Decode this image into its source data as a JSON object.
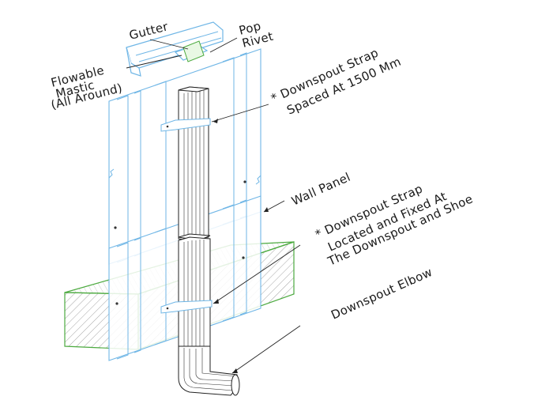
{
  "diagram": {
    "labels": {
      "gutter": "Gutter",
      "pop_rivet_line1": "Pop",
      "pop_rivet_line2": "Rivet",
      "mastic_line1": "Flowable",
      "mastic_line2": "Mastic",
      "mastic_line3": "(All Around)",
      "strap_spaced_line1": "* Downspout Strap",
      "strap_spaced_line2": "Spaced At 1500 Mm",
      "wall_panel": "Wall Panel",
      "strap_fixed_line1": "* Downspout Strap",
      "strap_fixed_line2": "Located and Fixed At",
      "strap_fixed_line3": "The Downspout and Shoe",
      "elbow": "Downspout Elbow"
    },
    "colors": {
      "panel": "#6fb6e6",
      "concrete": "#4caa3f",
      "pipe": "#222222"
    }
  }
}
